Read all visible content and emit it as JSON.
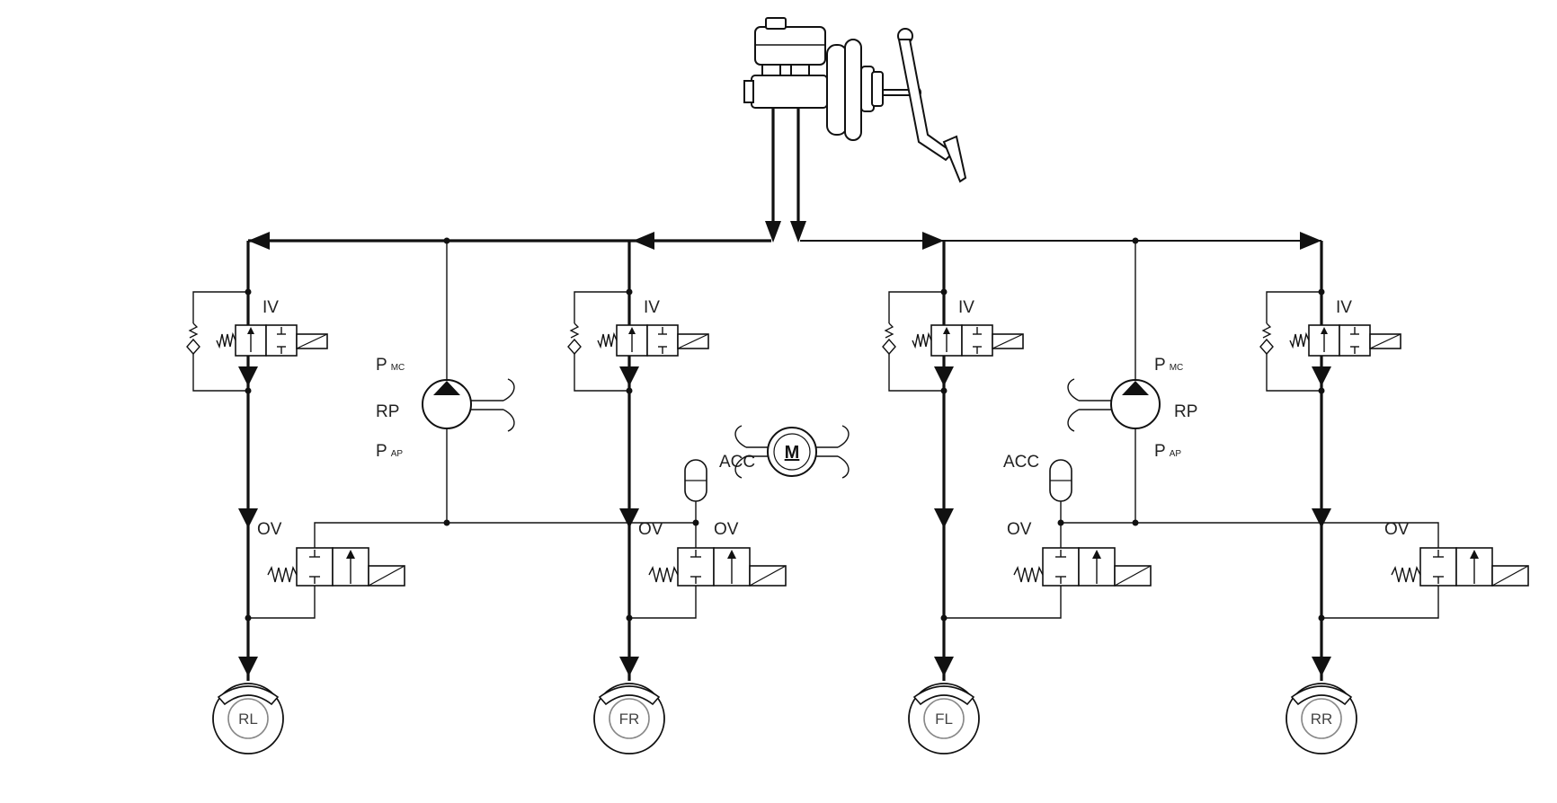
{
  "labels": {
    "inlet_valve": "IV",
    "outlet_valve": "OV",
    "accumulator": "ACC",
    "return_pump": "RP",
    "p_mc_main": "P",
    "p_mc_sub": "MC",
    "p_ap_main": "P",
    "p_ap_sub": "AP",
    "motor": "M"
  },
  "wheels": [
    {
      "id": "RL",
      "label": "RL"
    },
    {
      "id": "FR",
      "label": "FR"
    },
    {
      "id": "FL",
      "label": "FL"
    },
    {
      "id": "RR",
      "label": "RR"
    }
  ]
}
